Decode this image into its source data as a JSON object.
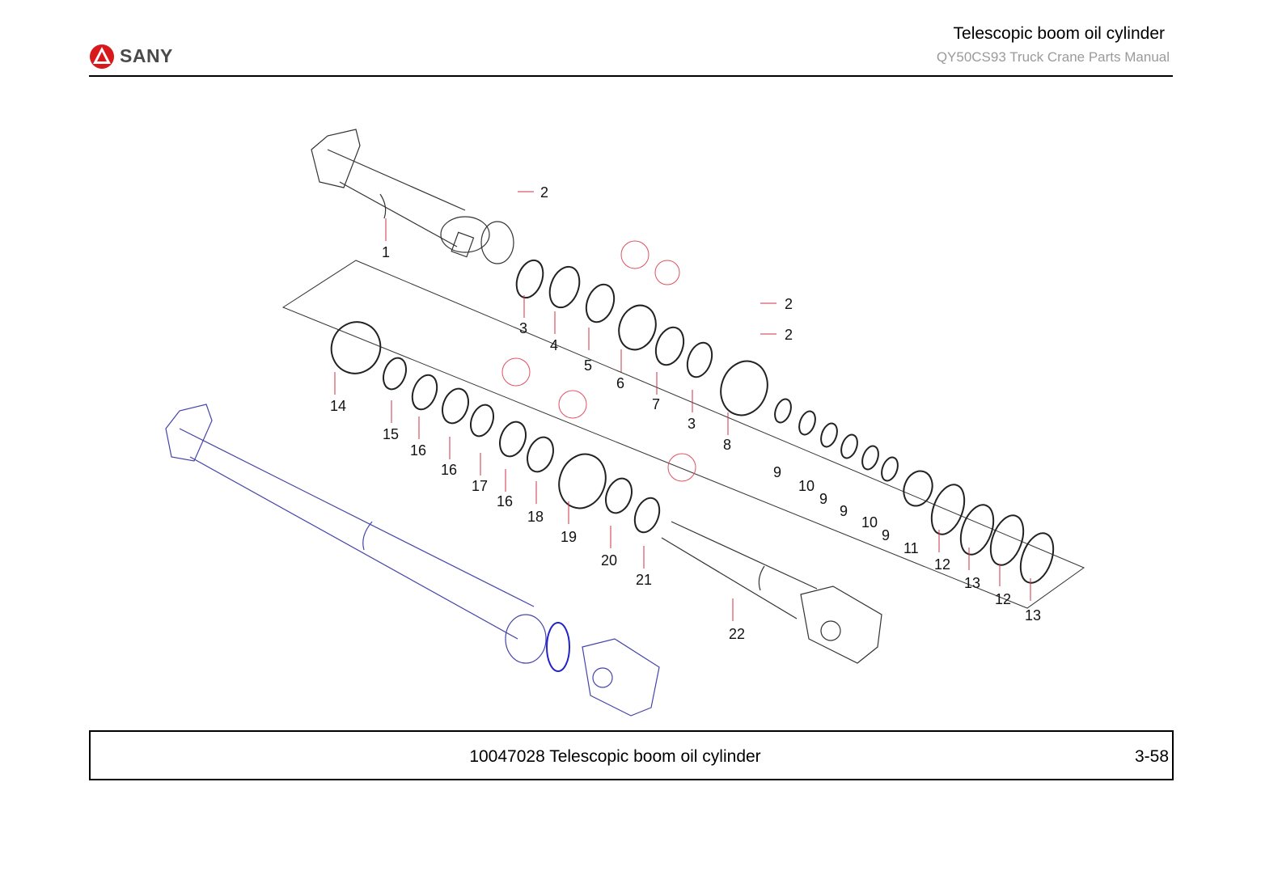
{
  "header": {
    "brand": "SANY",
    "title": "Telescopic boom oil cylinder",
    "subtitle": "QY50CS93 Truck Crane  Parts Manual"
  },
  "diagram": {
    "callouts": [
      "1",
      "2",
      "2",
      "2",
      "3",
      "4",
      "5",
      "6",
      "7",
      "3",
      "8",
      "9",
      "10",
      "9",
      "9",
      "10",
      "9",
      "11",
      "12",
      "13",
      "12",
      "13",
      "14",
      "15",
      "16",
      "16",
      "17",
      "16",
      "18",
      "19",
      "20",
      "21",
      "22"
    ]
  },
  "footer": {
    "caption": "10047028 Telescopic boom oil cylinder",
    "page": "3-58"
  },
  "colors": {
    "brand_red": "#d7191c",
    "line": "#333333",
    "callout_leader": "#cc3344",
    "highlight": "#2222cc",
    "seal_circle": "#e05060"
  }
}
